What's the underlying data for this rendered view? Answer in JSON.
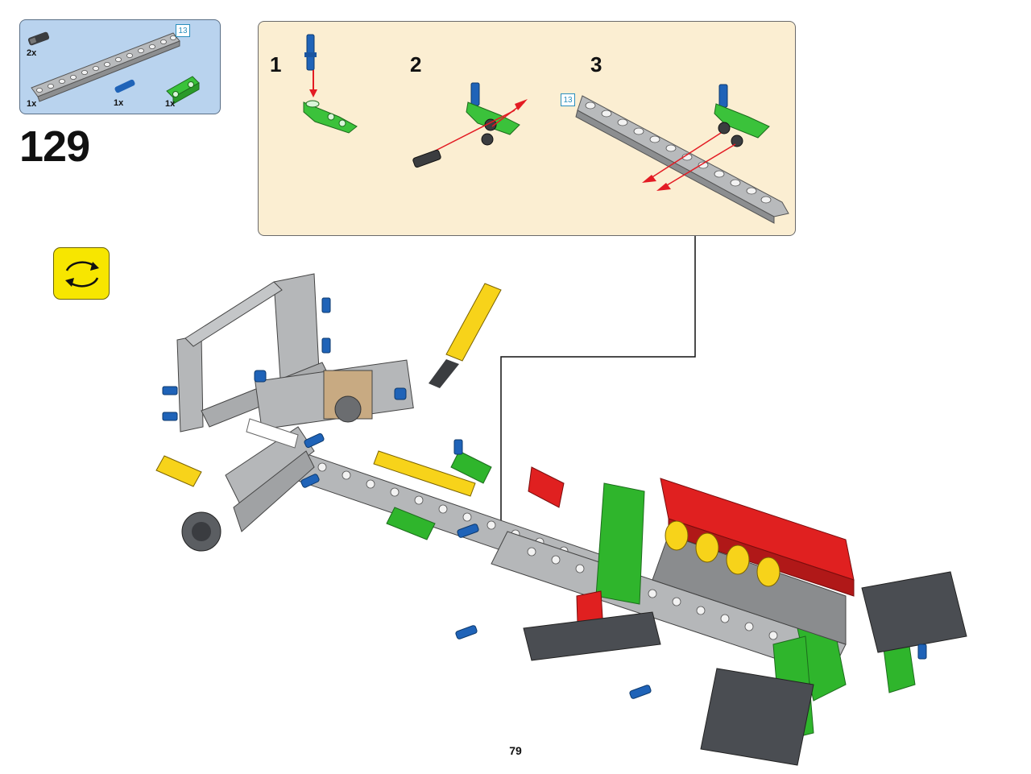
{
  "parts_list": {
    "length_tag": "13",
    "items": [
      {
        "qty": "2x",
        "part": "dark-bush-axle-pin-icon"
      },
      {
        "qty": "1x",
        "part": "grey-beam-13-icon"
      },
      {
        "qty": "1x",
        "part": "blue-axle-pin-icon"
      },
      {
        "qty": "1x",
        "part": "green-cross-block-icon"
      }
    ]
  },
  "step": {
    "number": "129"
  },
  "sub_assembly": {
    "steps": [
      {
        "number": "1"
      },
      {
        "number": "2"
      },
      {
        "number": "3",
        "length_tag": "13"
      }
    ]
  },
  "rotate_indicator": {
    "icon": "rotate-model-icon",
    "color": "#f7e600"
  },
  "page": {
    "number": "79"
  },
  "colors": {
    "parts_box_bg": "#b9d3ee",
    "sub_panel_bg": "#fbeed2",
    "brick_grey": "#b5b7b9",
    "brick_dark": "#4a4d52",
    "brick_blue": "#1f63b8",
    "brick_green": "#2fb52c",
    "brick_red": "#e02020",
    "brick_yellow": "#f7d31a",
    "arrow_red": "#e31b23"
  }
}
